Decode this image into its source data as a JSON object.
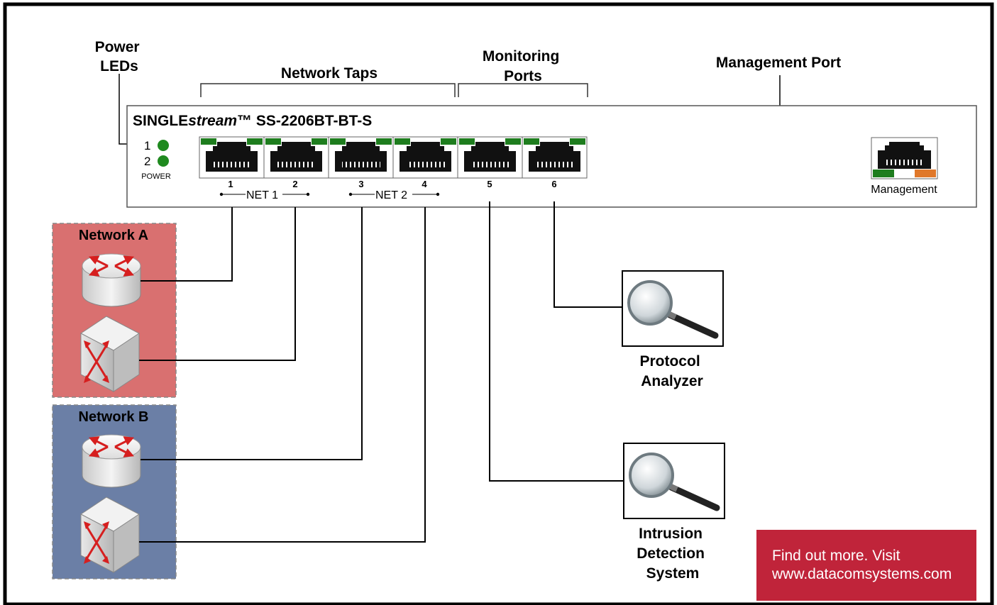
{
  "labels": {
    "power_leds": [
      "Power",
      "LEDs"
    ],
    "network_taps": "Network Taps",
    "monitoring_ports": [
      "Monitoring",
      "Ports"
    ],
    "management_port": "Management Port"
  },
  "device": {
    "title_prefix": "SINGLE",
    "title_italic": "stream",
    "title_suffix": "™ SS-2206BT-BT-S",
    "led_1": "1",
    "led_2": "2",
    "power_label": "POWER",
    "ports": [
      "1",
      "2",
      "3",
      "4",
      "5",
      "6"
    ],
    "net1": "NET 1",
    "net2": "NET 2",
    "management_label": "Management"
  },
  "networks": {
    "a": "Network A",
    "b": "Network B"
  },
  "devices": {
    "protocol_analyzer": [
      "Protocol",
      "Analyzer"
    ],
    "ids": [
      "Intrusion",
      "Detection",
      "System"
    ]
  },
  "callout": {
    "line1": "Find out more. Visit",
    "line2": "www.datacomsystems.com"
  },
  "colors": {
    "led_green": "#1f8a1f",
    "port_green": "#1e7d1e",
    "mgmt_orange": "#e0782a",
    "network_a_fill": "#d97070",
    "network_b_fill": "#6b7fa6",
    "callout_red": "#c0243a"
  }
}
